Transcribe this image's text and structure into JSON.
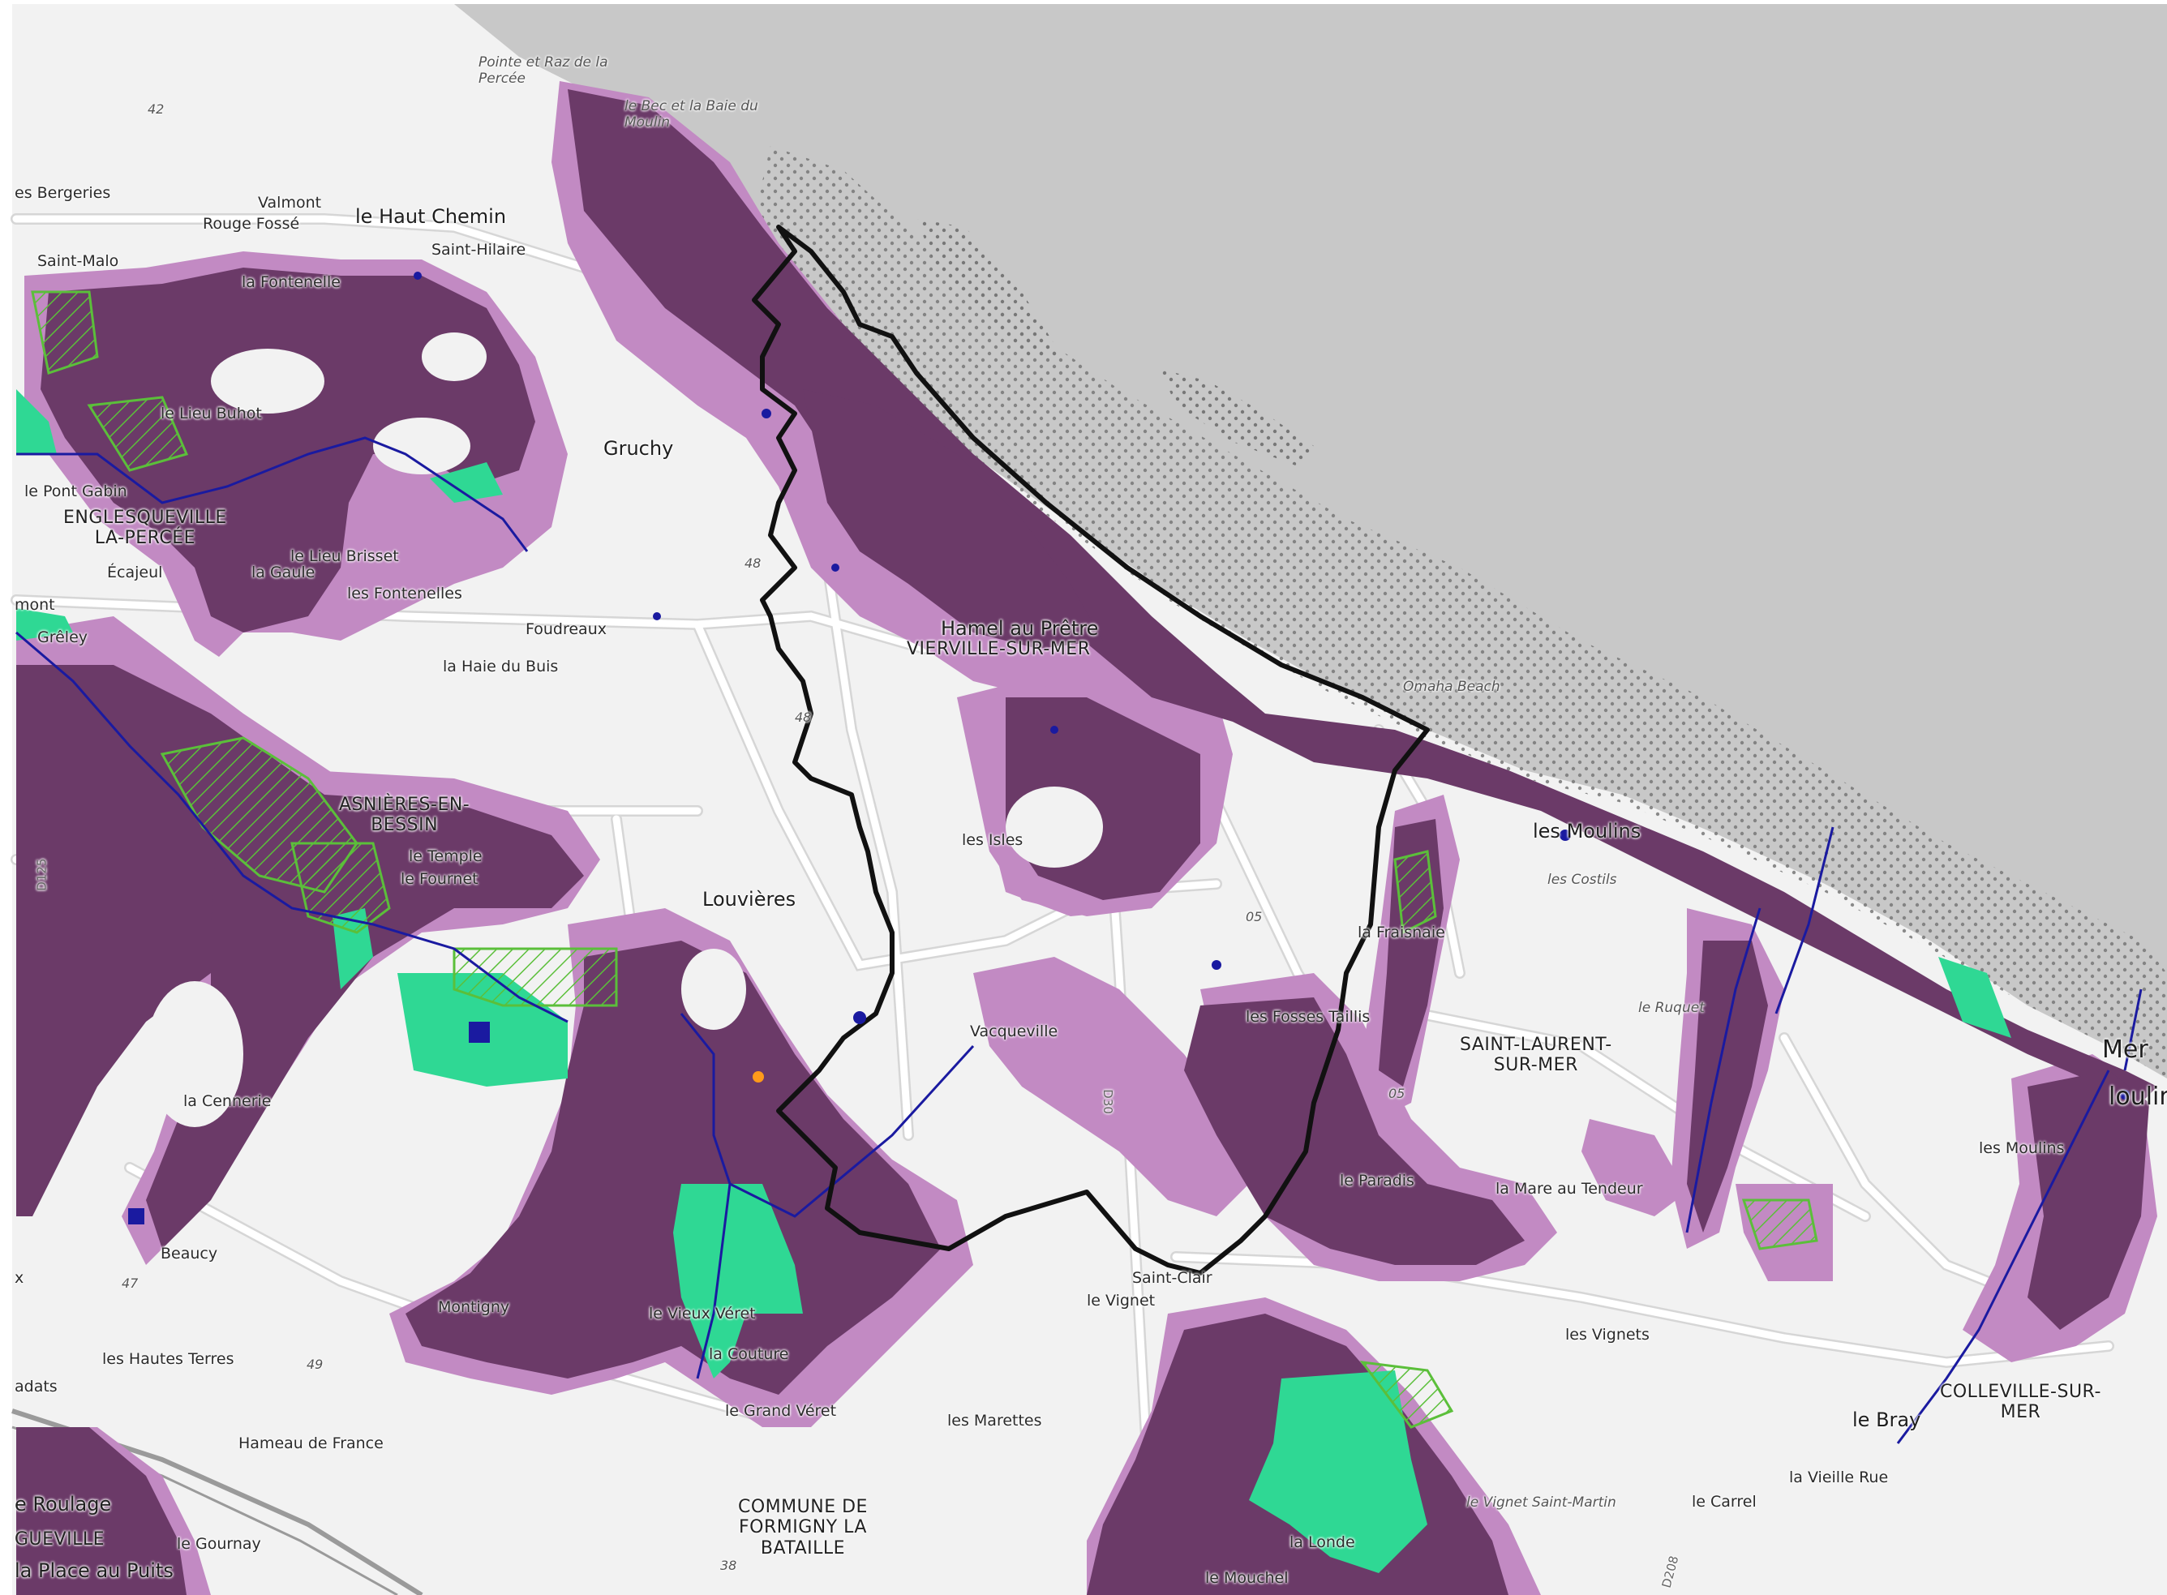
{
  "map": {
    "colors": {
      "sea": "#c8c8c8",
      "land": "#f2f2f2",
      "road": "#ffffff",
      "road_edge": "#d4d4d4",
      "dark_purple": "#6b3a68",
      "light_purple": "#c28ac3",
      "green_fill": "#2fd894",
      "green_outline": "#5bbf3a",
      "water_line": "#1a1aa0",
      "boundary": "#111111",
      "beach_dots": "#777777"
    },
    "icons": [
      "place-dot-icon",
      "monument-icon",
      "water-point-icon"
    ]
  },
  "labels": {
    "pointe_raz": "Pointe et Raz de la Percée",
    "bec_baie": "le Bec et la Baie du Moulin",
    "bergeries": "es Bergeries",
    "valmont": "Valmont",
    "rouge_fosse": "Rouge Fossé",
    "haut_chemin": "le Haut Chemin",
    "saint_hilaire": "Saint-Hilaire",
    "saint_malo": "Saint-Malo",
    "fontenelle": "la Fontenelle",
    "lieu_buhot": "le Lieu Buhot",
    "pont_gabin": "le Pont Gabin",
    "englesqueville": "ENGLESQUEVILLE\nLA-PERCÉE",
    "ecajeul": "Écajeul",
    "lieu_brisset": "le Lieu Brisset",
    "gaule": "la Gaule",
    "fontenelles": "les Fontenelles",
    "foudreaux": "Foudreaux",
    "gruchy": "Gruchy",
    "hamel_pretre": "Hamel au Prêtre",
    "vierville": "VIERVILLE-SUR-MER",
    "omaha": "Omaha Beach",
    "mont": "mont",
    "greley": "Grêley",
    "haie_buis": "la Haie du Buis",
    "asnieres": "ASNIÈRES-EN-\nBESSIN",
    "temple": "le Temple",
    "fournet": "le Fournet",
    "d125": "D125",
    "louvieres": "Louvières",
    "isles": "les Isles",
    "moulins_top": "les Moulins",
    "costils": "les Costils",
    "fraisnaie": "la Fraisnaie",
    "vacqueville": "Vacqueville",
    "fosses_taillis": "les Fosses Taillis",
    "saint_laurent": "SAINT-LAURENT-\nSUR-MER",
    "ruquet": "le Ruquet",
    "mer": "Mer",
    "moulin_r": "loulin",
    "cennerie": "la Cennerie",
    "d30": "D30",
    "paradis": "le Paradis",
    "mare_tendeur": "la Mare au Tendeur",
    "moulins_r": "les Moulins",
    "beaucy": "Beaucy",
    "saint_clair": "Saint-Clair",
    "vignet": "le Vignet",
    "x": "x",
    "montigny": "Montigny",
    "vieux_veret": "le Vieux Véret",
    "couture": "la Couture",
    "hautes_terres": "les Hautes Terres",
    "vignets": "les Vignets",
    "adats": "adats",
    "grand_veret": "le Grand Véret",
    "marettes": "les Marettes",
    "bray": "le Bray",
    "colleville": "COLLEVILLE-SUR-\nMER",
    "hameau_france": "Hameau de France",
    "formigny": "COMMUNE DE\nFORMIGNY LA\nBATAILLE",
    "vieille_rue": "la Vieille Rue",
    "carrel": "le Carrel",
    "vignet_saint_martin": "le Vignet Saint-Martin",
    "roulage": "e Roulage",
    "gueville": "GUEVILLE",
    "gournay": "le Gournay",
    "place_puits": "la Place au Puits",
    "londe": "la Londe",
    "mouchel": "le Mouchel",
    "d208": "D208",
    "n42": "42",
    "n48a": "48",
    "n48b": "48",
    "n47": "47",
    "n49": "49",
    "n38": "38",
    "n05a": "05",
    "n05b": "05"
  }
}
